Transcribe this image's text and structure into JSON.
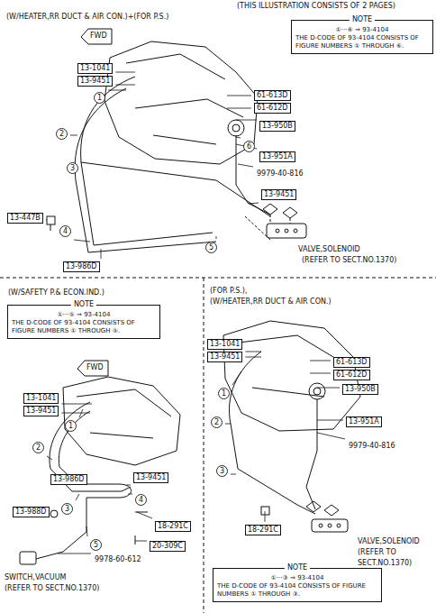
{
  "diagram": {
    "nodes": [
      {
        "text": [
          "NOTE",
          "①···⑥ ⇒ 93-4104",
          "THE D-CODE OF 93-4104 CONSISTS OF FIGURE NUMBERS ① THROUGH ⑥."
        ]
      },
      {
        "text": [
          "13-1041"
        ]
      },
      {
        "text": [
          "13-9451"
        ]
      },
      {
        "text": [
          "61-613D"
        ]
      },
      {
        "text": [
          "61-612D"
        ]
      },
      {
        "text": [
          "13-950B"
        ]
      },
      {
        "text": [
          "13-951A"
        ]
      },
      {
        "text": [
          "13-9451"
        ]
      },
      {
        "text": [
          "13-447B"
        ]
      },
      {
        "text": [
          "13-986D"
        ]
      },
      {
        "text": [
          "1"
        ]
      },
      {
        "text": [
          "2"
        ]
      },
      {
        "text": [
          "3"
        ]
      },
      {
        "text": [
          "4"
        ]
      },
      {
        "text": [
          "5"
        ]
      },
      {
        "text": [
          "6"
        ]
      },
      {
        "text": [
          "NOTE",
          "①···⑤ ⇒ 93-4104",
          "THE D-CODE OF 93-4104 CONSISTS OF FIGURE NUMBERS ① THROUGH ⑤."
        ]
      },
      {
        "text": [
          "13-1041"
        ]
      },
      {
        "text": [
          "13-9451"
        ]
      },
      {
        "text": [
          "13-986D"
        ]
      },
      {
        "text": [
          "13-9451"
        ]
      },
      {
        "text": [
          "13-988D"
        ]
      },
      {
        "text": [
          "18-291C"
        ]
      },
      {
        "text": [
          "20-309C"
        ]
      },
      {
        "text": [
          "1"
        ]
      },
      {
        "text": [
          "2"
        ]
      },
      {
        "text": [
          "3"
        ]
      },
      {
        "text": [
          "4"
        ]
      },
      {
        "text": [
          "5"
        ]
      },
      {
        "text": [
          "13-1041"
        ]
      },
      {
        "text": [
          "13-9451"
        ]
      },
      {
        "text": [
          "61-613D"
        ]
      },
      {
        "text": [
          "61-612D"
        ]
      },
      {
        "text": [
          "13-950B"
        ]
      },
      {
        "text": [
          "13-951A"
        ]
      },
      {
        "text": [
          "18-291C"
        ]
      },
      {
        "text": [
          "1"
        ]
      },
      {
        "text": [
          "2"
        ]
      },
      {
        "text": [
          "3"
        ]
      },
      {
        "text": [
          "NOTE",
          "①···③ ⇒ 93-4104",
          "THE D-CODE OF 93-4104 CONSISTS OF FIGURE NUMBERS ① THROUGH ③."
        ]
      }
    ],
    "labels": [
      "(THIS ILLUSTRATION CONSISTS OF  2 PAGES)",
      "(W/HEATER,RR DUCT & AIR CON.)+(FOR P.S.)",
      "FWD",
      "9979-40-816",
      "VALVE,SOLENOID",
      "(REFER TO SECT.NO.1370)",
      "(W/SAFETY P.& ECON.IND.)",
      "FWD",
      "9978-60-612",
      "SWITCH,VACUUM",
      "(REFER TO SECT.NO.1370)",
      "(FOR P.S.),",
      "(W/HEATER,RR DUCT & AIR CON.)",
      "9979-40-816",
      "VALVE,SOLENOID",
      "(REFER TO",
      "SECT.NO.1370)"
    ]
  }
}
